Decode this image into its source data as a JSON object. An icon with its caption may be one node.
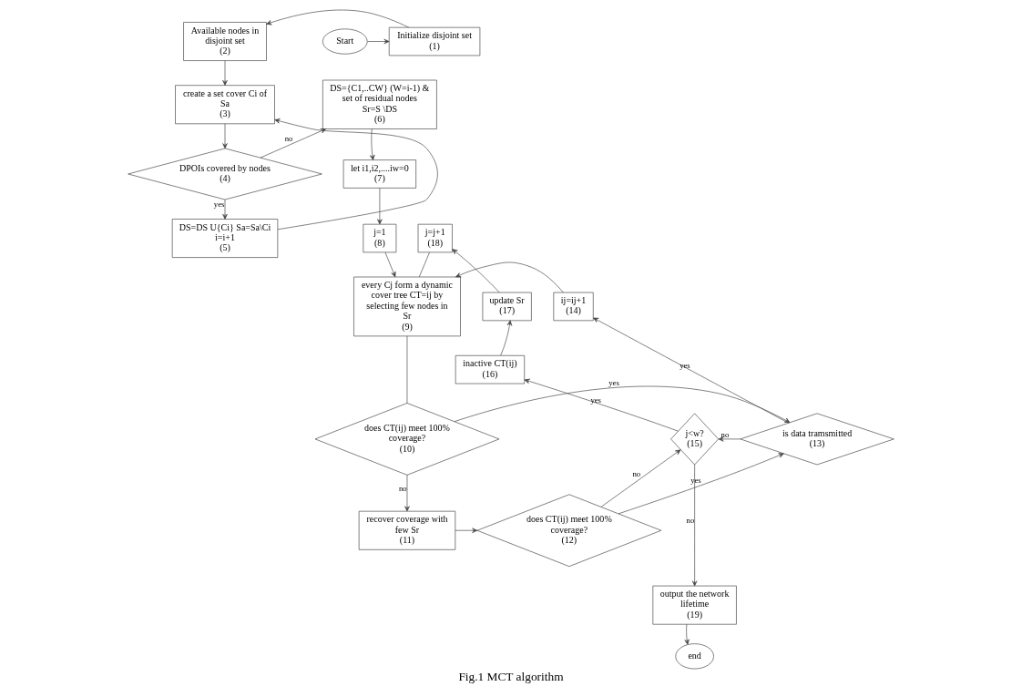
{
  "diagram": {
    "caption": "Fig.1 MCT algorithm",
    "nodes": [
      {
        "text": [
          "Start"
        ]
      },
      {
        "text": [
          "Initialize disjoint set",
          "(1)"
        ]
      },
      {
        "text": [
          "Available nodes in disjoint set",
          "(2)"
        ]
      },
      {
        "text": [
          "create a set cover Ci of Sa",
          "(3)"
        ]
      },
      {
        "text": [
          "DPOIs covered by nodes",
          "(4)"
        ]
      },
      {
        "text": [
          "DS=DS U{Ci} Sa=Sa\\Ci i=i+1",
          "(5)"
        ]
      },
      {
        "text": [
          "DS={C1,..CW} (W=i-1) & set of residual nodes Sr=S \\DS",
          "(6)"
        ]
      },
      {
        "text": [
          "let i1,i2,....iw=0",
          "(7)"
        ]
      },
      {
        "text": [
          "j=1",
          "(8)"
        ]
      },
      {
        "text": [
          "every Cj form a dynamic cover tree CT=ij by selecting few nodes in Sr",
          "(9)"
        ]
      },
      {
        "text": [
          "does CT(ij) meet 100% coverage?",
          "(10)"
        ]
      },
      {
        "text": [
          "recover coverage with few Sr",
          "(11)"
        ]
      },
      {
        "text": [
          "does CT(ij) meet 100% coverage?",
          "(12)"
        ]
      },
      {
        "text": [
          "is data tramsmitted",
          "(13)"
        ]
      },
      {
        "text": [
          "ij=ij+1",
          "(14)"
        ]
      },
      {
        "text": [
          "j<w?",
          "(15)"
        ]
      },
      {
        "text": [
          "inactive CT(ij)",
          "(16)"
        ]
      },
      {
        "text": [
          "update Sr",
          "(17)"
        ]
      },
      {
        "text": [
          "j=j+1",
          "(18)"
        ]
      },
      {
        "text": [
          "output the network lifetime",
          "(19)"
        ]
      },
      {
        "text": [
          "end"
        ]
      }
    ],
    "edges": [
      {
        "from": 0,
        "to": 1,
        "arrow": "to"
      },
      {
        "from": 1,
        "to": 2,
        "arrow": "to"
      },
      {
        "from": 2,
        "to": 3,
        "arrow": "to"
      },
      {
        "from": 3,
        "to": 4,
        "arrow": "to"
      },
      {
        "from": 4,
        "to": 6,
        "arrow": "to",
        "label": "no"
      },
      {
        "from": 4,
        "to": 5,
        "arrow": "to",
        "label": "yes"
      },
      {
        "from": 5,
        "to": 3,
        "arrow": "to"
      },
      {
        "from": 6,
        "to": 7,
        "arrow": "to"
      },
      {
        "from": 7,
        "to": 8,
        "arrow": "to"
      },
      {
        "from": 8,
        "to": 9,
        "arrow": "to"
      },
      {
        "from": 9,
        "to": 10,
        "arrow": "none"
      },
      {
        "from": 10,
        "to": 13,
        "arrow": "to",
        "label": "yes"
      },
      {
        "from": 10,
        "to": 11,
        "arrow": "to",
        "label": "no"
      },
      {
        "from": 11,
        "to": 12,
        "arrow": "to"
      },
      {
        "from": 12,
        "to": 13,
        "arrow": "to",
        "label": "yes"
      },
      {
        "from": 12,
        "to": 15,
        "arrow": "to",
        "label": "no"
      },
      {
        "from": 13,
        "to": 15,
        "arrow": "to",
        "label": "no"
      },
      {
        "from": 13,
        "to": 14,
        "arrow": "to",
        "label": "yes"
      },
      {
        "from": 14,
        "to": 9,
        "arrow": "to"
      },
      {
        "from": 15,
        "to": 16,
        "arrow": "to",
        "label": "yes"
      },
      {
        "from": 15,
        "to": 19,
        "arrow": "to",
        "label": "no"
      },
      {
        "from": 16,
        "to": 17,
        "arrow": "to"
      },
      {
        "from": 17,
        "to": 18,
        "arrow": "to"
      },
      {
        "from": 18,
        "to": 9,
        "arrow": "none"
      },
      {
        "from": 19,
        "to": 20,
        "arrow": "to"
      }
    ]
  }
}
